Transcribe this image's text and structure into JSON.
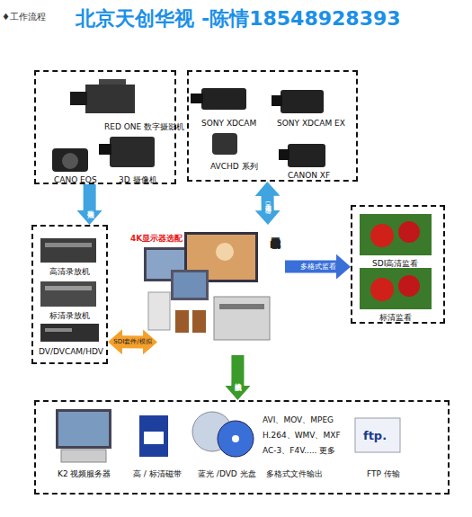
{
  "diagram": {
    "title": "北京天创华视 -陈情18548928393",
    "nodes": [
      {
        "text": [
          "RED ONE 数字摄影机",
          "CANO EOS",
          "3D 摄像机"
        ]
      },
      {
        "text": [
          "SONY XDCAM",
          "SONY XDCAM EX",
          "AVCHD 系列",
          "CANON XF"
        ]
      },
      {
        "text": [
          "高清录放机",
          "标清录放机",
          "DV/DVCAM/HDV"
        ]
      },
      {
        "text": [
          "4K显示器选配",
          "天创华视非编系统工作站"
        ]
      },
      {
        "text": [
          "SDI高清监看",
          "标清监看"
        ]
      },
      {
        "text": [
          "K2 视频服务器",
          "高 / 标清磁带",
          "蓝光 /DVD 光盘",
          "AVI、MOV、MPEG H.264、WMV、MXF AC-3、F4V..... 更多",
          "多格式文件输出",
          "FTP 传输"
        ]
      }
    ],
    "edges": [
      {
        "from": 0,
        "to": 2,
        "label": "磁带导入",
        "arrow": "to"
      },
      {
        "from": 1,
        "to": 3,
        "label": "磁带导入(导出)",
        "arrow": "both"
      },
      {
        "from": 2,
        "to": 3,
        "label": "SDI套件/模拟",
        "arrow": "both"
      },
      {
        "from": 3,
        "to": 4,
        "label": "多格式监看",
        "arrow": "to"
      },
      {
        "from": 3,
        "to": 5,
        "label": "多格式输出",
        "arrow": "to"
      }
    ],
    "labels": [
      "♦工作流程",
      "ftp."
    ]
  }
}
